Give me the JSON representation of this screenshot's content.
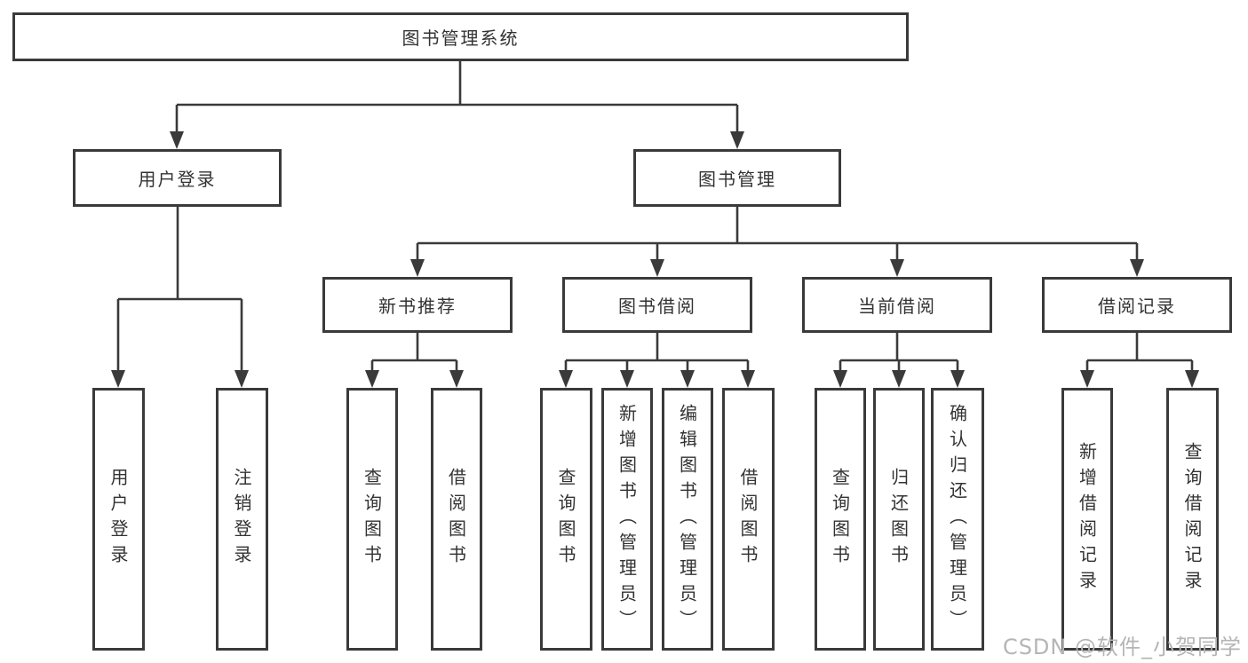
{
  "diagram": {
    "title_node": {
      "label": "图书管理系统"
    },
    "level2": {
      "user_login": {
        "label": "用户登录"
      },
      "book_management": {
        "label": "图书管理"
      }
    },
    "level3": {
      "new_book_recommend": {
        "label": "新书推荐"
      },
      "book_borrow": {
        "label": "图书借阅"
      },
      "current_borrow": {
        "label": "当前借阅"
      },
      "borrow_records": {
        "label": "借阅记录"
      }
    },
    "leaves": {
      "user_login": {
        "label": "用户登录"
      },
      "logout": {
        "label": "注销登录"
      },
      "nbr_query_books": {
        "label": "查询图书"
      },
      "nbr_borrow_books": {
        "label": "借阅图书"
      },
      "bb_query_books": {
        "label": "查询图书"
      },
      "bb_add_books": {
        "label": "新增图书（管理员）"
      },
      "bb_edit_books": {
        "label": "编辑图书（管理员）"
      },
      "bb_borrow_books": {
        "label": "借阅图书"
      },
      "cb_query_books": {
        "label": "查询图书"
      },
      "cb_return_books": {
        "label": "归还图书"
      },
      "cb_confirm_return": {
        "label": "确认归还（管理员）"
      },
      "br_add_record": {
        "label": "新增借阅记录"
      },
      "br_query_record": {
        "label": "查询借阅记录"
      }
    },
    "colors": {
      "line": "#3a3a3a",
      "text": "#333333",
      "box_background": "#ffffff",
      "watermark": "#b5b5b5"
    }
  },
  "watermark": {
    "text": "CSDN @软件_小贺同学"
  }
}
